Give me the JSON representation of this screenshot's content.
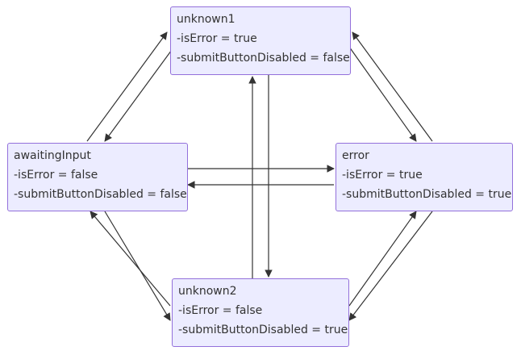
{
  "states": {
    "unknown1": {
      "name": "unknown1",
      "props": [
        "-isError = true",
        "-submitButtonDisabled = false"
      ]
    },
    "awaitingInput": {
      "name": "awaitingInput",
      "props": [
        "-isError = false",
        "-submitButtonDisabled = false"
      ]
    },
    "error": {
      "name": "error",
      "props": [
        "-isError = true",
        "-submitButtonDisabled = true"
      ]
    },
    "unknown2": {
      "name": "unknown2",
      "props": [
        "-isError = false",
        "-submitButtonDisabled = true"
      ]
    }
  },
  "transitions": [
    {
      "from": "unknown1",
      "to": "awaitingInput"
    },
    {
      "from": "awaitingInput",
      "to": "unknown1"
    },
    {
      "from": "unknown1",
      "to": "error"
    },
    {
      "from": "error",
      "to": "unknown1"
    },
    {
      "from": "awaitingInput",
      "to": "error"
    },
    {
      "from": "error",
      "to": "awaitingInput"
    },
    {
      "from": "awaitingInput",
      "to": "unknown2"
    },
    {
      "from": "unknown2",
      "to": "awaitingInput"
    },
    {
      "from": "error",
      "to": "unknown2"
    },
    {
      "from": "unknown2",
      "to": "error"
    },
    {
      "from": "unknown1",
      "to": "unknown2"
    },
    {
      "from": "unknown2",
      "to": "unknown1"
    }
  ],
  "colors": {
    "node_fill": "#ECECFF",
    "node_border": "#9370DB",
    "text": "#333333",
    "edge": "#333333"
  }
}
